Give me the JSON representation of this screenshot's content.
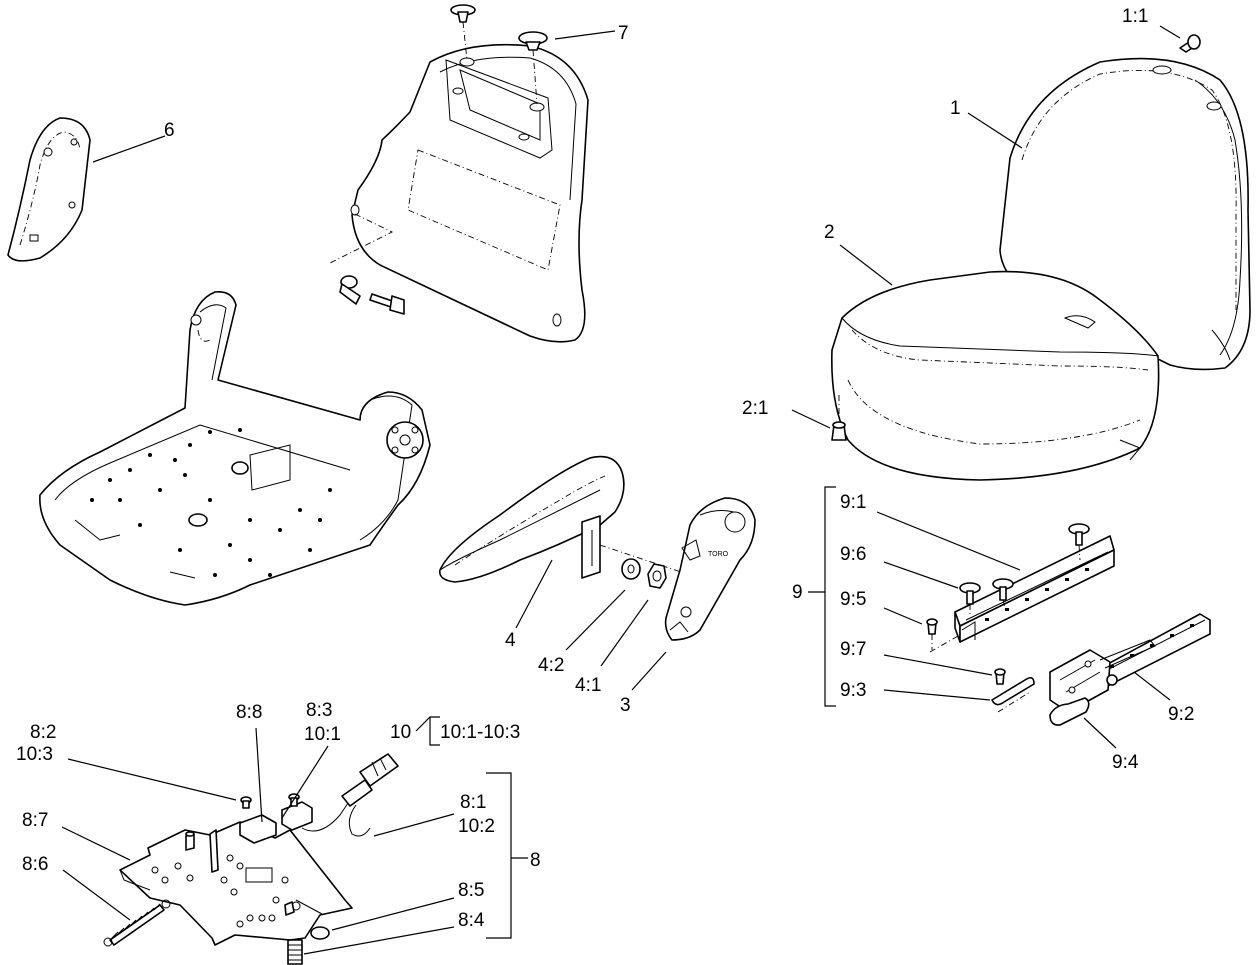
{
  "callouts": {
    "c1_1": "1:1",
    "c1": "1",
    "c2": "2",
    "c2_1": "2:1",
    "c3": "3",
    "c4": "4",
    "c4_1": "4:1",
    "c4_2": "4:2",
    "c6": "6",
    "c7": "7",
    "c8": "8",
    "c8_1": "8:1",
    "c8_2": "8:2",
    "c8_3": "8:3",
    "c8_4": "8:4",
    "c8_5": "8:5",
    "c8_6": "8:6",
    "c8_7": "8:7",
    "c8_8": "8:8",
    "c9": "9",
    "c9_1": "9:1",
    "c9_2": "9:2",
    "c9_3": "9:3",
    "c9_4": "9:4",
    "c9_5": "9:5",
    "c9_6": "9:6",
    "c9_7": "9:7",
    "c10": "10",
    "c10_1": "10:1",
    "c10_2": "10:2",
    "c10_3": "10:3",
    "c10_range": "10:1-10:3"
  }
}
